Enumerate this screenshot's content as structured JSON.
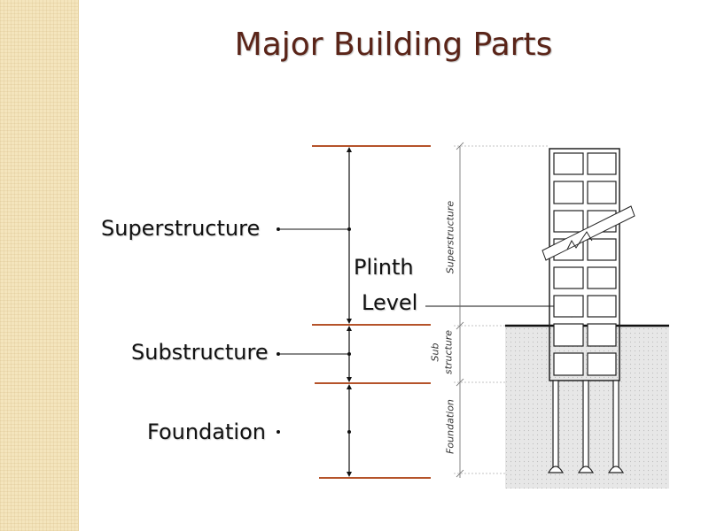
{
  "title": "Major Building Parts",
  "left_labels": {
    "superstructure": "Superstructure",
    "substructure": "Substructure",
    "foundation": "Foundation"
  },
  "plinth_label": {
    "line1": "Plinth",
    "line2": "Level"
  },
  "drawing_labels": {
    "superstructure": "Superstructure",
    "sub_line1": "Sub",
    "sub_line2": "structure",
    "foundation": "Foundation"
  },
  "colors": {
    "title": "#5a2418",
    "level_line": "#b5532a",
    "background_strip": "#f4e5bd",
    "ground": "#e6e6e6"
  }
}
